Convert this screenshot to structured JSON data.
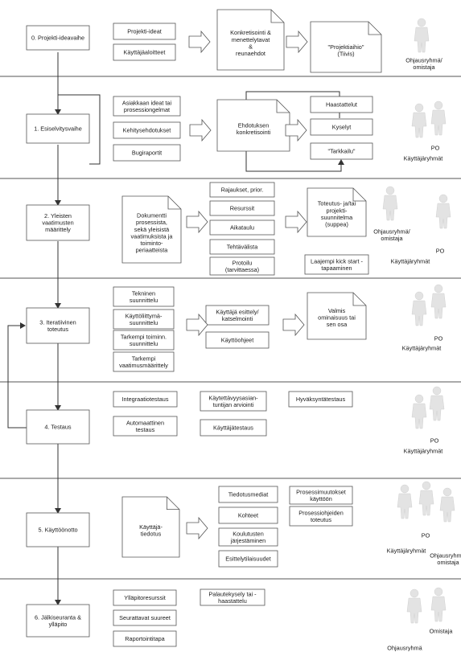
{
  "phases": [
    {
      "label": [
        "0. Projekti-ideavaihe"
      ]
    },
    {
      "label": [
        "1. Esiselvitysvaihe"
      ]
    },
    {
      "label": [
        "2. Yleisten",
        "vaatimusten",
        "määrittely"
      ]
    },
    {
      "label": [
        "3. Iteratiivinen",
        "toteutus"
      ]
    },
    {
      "label": [
        "4. Testaus"
      ]
    },
    {
      "label": [
        "5. Käyttöönotto"
      ]
    },
    {
      "label": [
        "6. Jälkiseuranta &",
        "ylläpito"
      ]
    }
  ],
  "boxes": [
    {
      "lines": [
        "Projekti-ideat"
      ]
    },
    {
      "lines": [
        "Käyttäjäaloitteet"
      ]
    },
    {
      "lines": [
        "Konkretisointi &",
        "menettelytavat",
        "&",
        "reunaehdot"
      ]
    },
    {
      "lines": [
        "\"Projektiaihio\"",
        "(Tiivis)"
      ]
    },
    {
      "lines": [
        "Asiakkaan ideat tai",
        "prosessiongelmat"
      ]
    },
    {
      "lines": [
        "Kehitysehdotukset"
      ]
    },
    {
      "lines": [
        "Bugiraportit"
      ]
    },
    {
      "lines": [
        "Ehdotuksen",
        "konkretisointi"
      ]
    },
    {
      "lines": [
        "Haastattelut"
      ]
    },
    {
      "lines": [
        "Kyselyt"
      ]
    },
    {
      "lines": [
        "\"Tarkkailu\""
      ]
    },
    {
      "lines": [
        "Dokumentti",
        "prosessista,",
        "sekä yleisistä",
        "vaatimuksista ja",
        "toiminto-",
        "periaatteista"
      ]
    },
    {
      "lines": [
        "Rajaukset, prior."
      ]
    },
    {
      "lines": [
        "Resurssit"
      ]
    },
    {
      "lines": [
        "Aikataulu"
      ]
    },
    {
      "lines": [
        "Tehtävälista"
      ]
    },
    {
      "lines": [
        "Protoilu",
        "(tarvittaessa)"
      ]
    },
    {
      "lines": [
        "Toteutus- ja/tai",
        "projekti-",
        "suunnitelma",
        "(suppea)"
      ]
    },
    {
      "lines": [
        "Laajempi kick start -",
        "tapaaminen"
      ]
    },
    {
      "lines": [
        "Tekninen",
        "suunnittelu"
      ]
    },
    {
      "lines": [
        "Käyttöliittymä-",
        "suunnittelu"
      ]
    },
    {
      "lines": [
        "Tarkempi toiminn.",
        "suunnittelu"
      ]
    },
    {
      "lines": [
        "Tarkempi",
        "vaatimusmäärittely"
      ]
    },
    {
      "lines": [
        "Käyttäjä esittely/",
        "katselmointi"
      ]
    },
    {
      "lines": [
        "Käyttöohjeet"
      ]
    },
    {
      "lines": [
        "Valmis",
        "ominaisuus tai",
        "sen osa"
      ]
    },
    {
      "lines": [
        "Integraatiotestaus"
      ]
    },
    {
      "lines": [
        "Käytettävyysasian-",
        "tuntijan arviointi"
      ]
    },
    {
      "lines": [
        "Hyväksyntätestaus"
      ]
    },
    {
      "lines": [
        "Automaattinen",
        "testaus"
      ]
    },
    {
      "lines": [
        "Käyttäjätestaus"
      ]
    },
    {
      "lines": [
        "Käyttäjä-",
        "tiedotus"
      ]
    },
    {
      "lines": [
        "Tiedotusmediat"
      ]
    },
    {
      "lines": [
        "Kohteet"
      ]
    },
    {
      "lines": [
        "Koulutusten",
        "järjestäminen"
      ]
    },
    {
      "lines": [
        "Esittelytilaisuudet"
      ]
    },
    {
      "lines": [
        "Prosessimuutokset",
        "käyttöön"
      ]
    },
    {
      "lines": [
        "Prosessiohjeiden",
        "toteutus"
      ]
    },
    {
      "lines": [
        "Ylläpitoresurssit"
      ]
    },
    {
      "lines": [
        "Seurattavat suureet"
      ]
    },
    {
      "lines": [
        "Raportointitapa"
      ]
    },
    {
      "lines": [
        "Palautekysely tai -",
        "haastattelu"
      ]
    }
  ],
  "people_labels": [
    {
      "lines": [
        "Ohjausryhmä/",
        "omistaja"
      ]
    },
    {
      "lines": [
        "PO"
      ]
    },
    {
      "lines": [
        "Käyttäjäryhmät"
      ]
    },
    {
      "lines": [
        "Ohjausryhmä/",
        "omistaja"
      ]
    },
    {
      "lines": [
        "PO"
      ]
    },
    {
      "lines": [
        "Käyttäjäryhmät"
      ]
    },
    {
      "lines": [
        "PO"
      ]
    },
    {
      "lines": [
        "Käyttäjäryhmät"
      ]
    },
    {
      "lines": [
        "PO"
      ]
    },
    {
      "lines": [
        "Käyttäjäryhmät"
      ]
    },
    {
      "lines": [
        "PO"
      ]
    },
    {
      "lines": [
        "Käyttäjäryhmät"
      ]
    },
    {
      "lines": [
        "Ohjausryhmä/",
        "omistaja"
      ]
    },
    {
      "lines": [
        "Omistaja"
      ]
    },
    {
      "lines": [
        "Ohjausryhmä"
      ]
    }
  ]
}
